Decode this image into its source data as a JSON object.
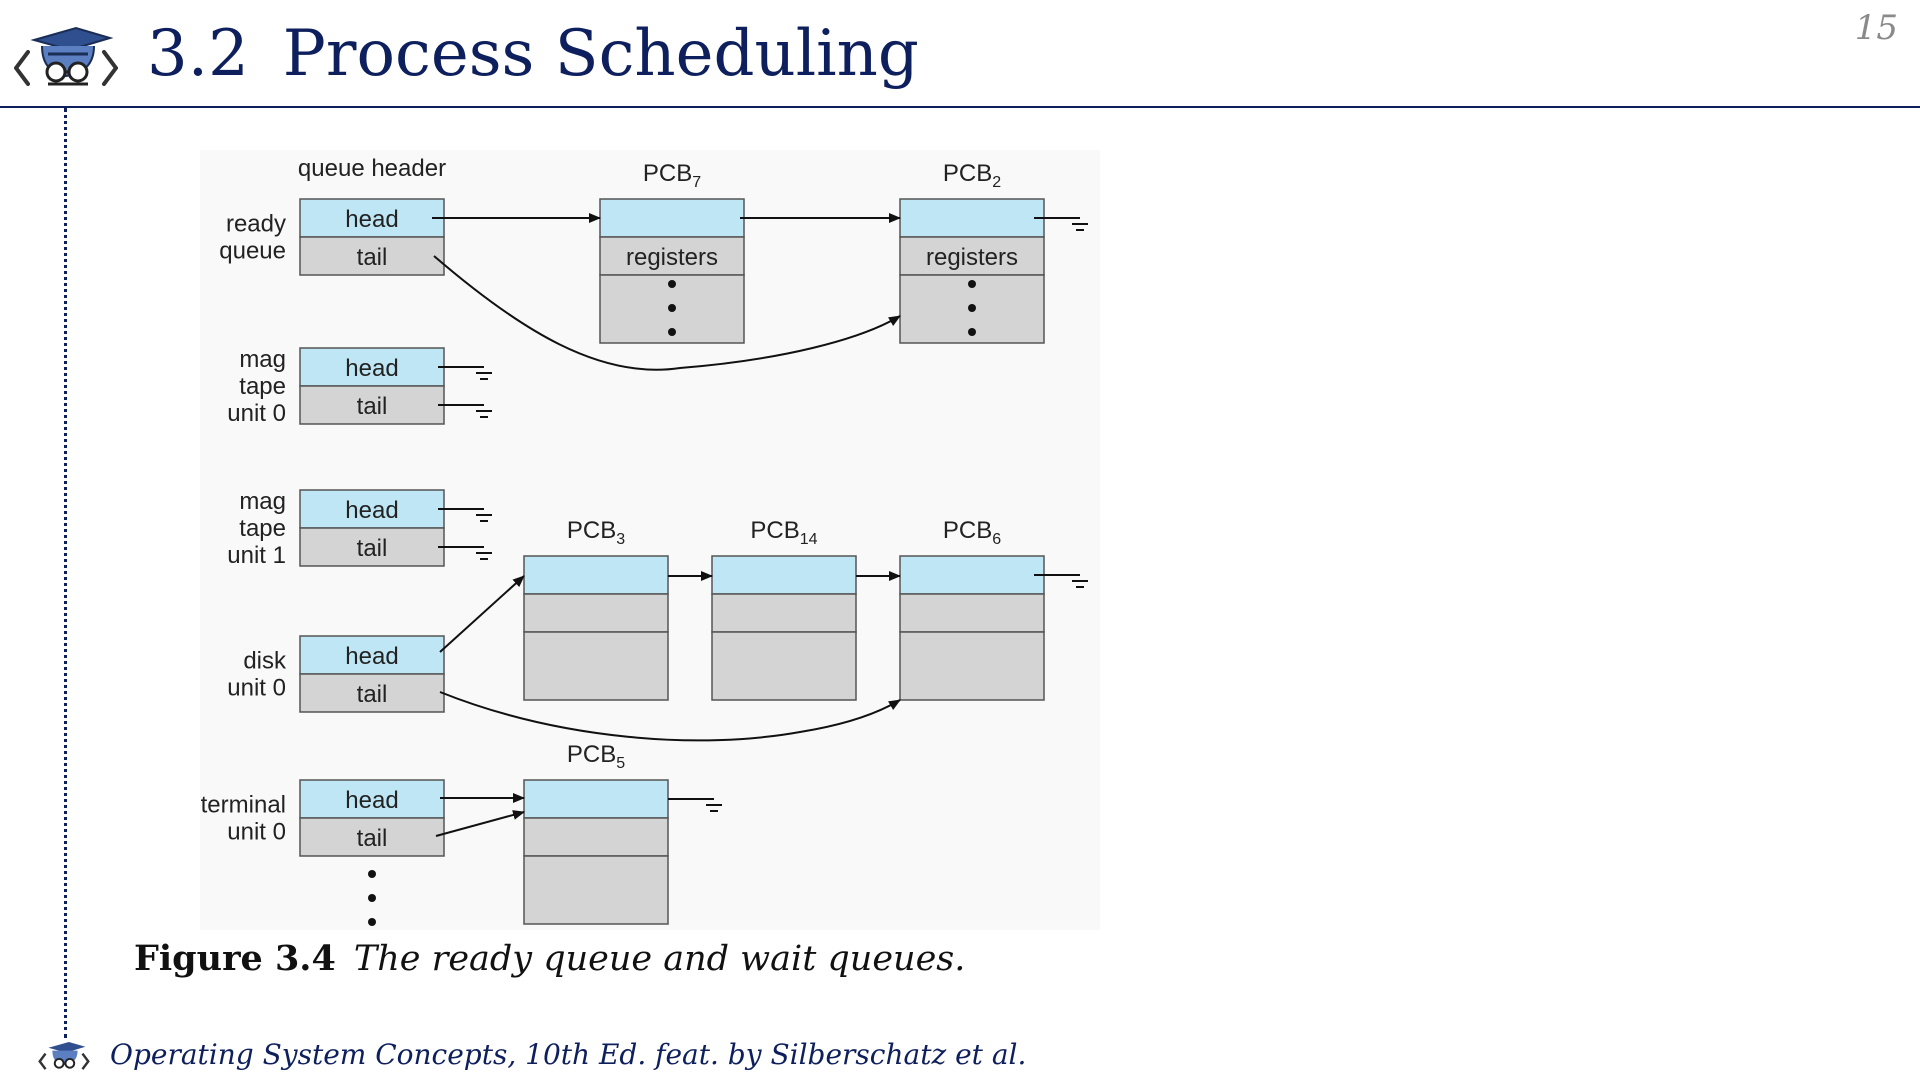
{
  "header": {
    "section_number": "3.2",
    "title": "Process Scheduling",
    "page_number": "15",
    "logo_icon": "graduate-mascot-icon"
  },
  "diagram": {
    "column_header": "queue header",
    "queues": [
      {
        "id": "ready",
        "label_lines": [
          "ready",
          "queue"
        ],
        "head": "head",
        "tail": "tail"
      },
      {
        "id": "tape0",
        "label_lines": [
          "mag",
          "tape",
          "unit 0"
        ],
        "head": "head",
        "tail": "tail"
      },
      {
        "id": "tape1",
        "label_lines": [
          "mag",
          "tape",
          "unit 1"
        ],
        "head": "head",
        "tail": "tail"
      },
      {
        "id": "disk0",
        "label_lines": [
          "disk",
          "unit 0"
        ],
        "head": "head",
        "tail": "tail"
      },
      {
        "id": "term0",
        "label_lines": [
          "terminal",
          "unit 0"
        ],
        "head": "head",
        "tail": "tail"
      }
    ],
    "pcbs": [
      {
        "id": "pcb7",
        "label": "PCB",
        "sub": "7",
        "field": "registers"
      },
      {
        "id": "pcb2",
        "label": "PCB",
        "sub": "2",
        "field": "registers"
      },
      {
        "id": "pcb3",
        "label": "PCB",
        "sub": "3",
        "field": ""
      },
      {
        "id": "pcb14",
        "label": "PCB",
        "sub": "14",
        "field": ""
      },
      {
        "id": "pcb6",
        "label": "PCB",
        "sub": "6",
        "field": ""
      },
      {
        "id": "pcb5",
        "label": "PCB",
        "sub": "5",
        "field": ""
      }
    ],
    "colors": {
      "header_cell": "#bfe6f5",
      "body_cell": "#d4d4d4",
      "border": "#555555"
    }
  },
  "figure": {
    "number": "Figure 3.4",
    "caption": "The ready queue and wait queues."
  },
  "footer": {
    "text": "Operating System Concepts, 10th Ed. feat. by Silberschatz et al."
  }
}
